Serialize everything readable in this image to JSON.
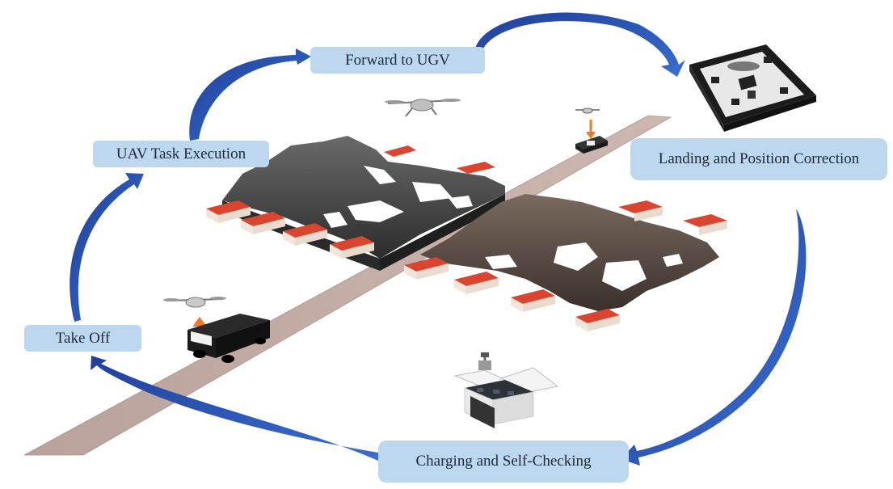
{
  "stages": {
    "forward": "Forward to UGV",
    "uav_task": "UAV Task Execution",
    "landing": "Landing and Position Correction",
    "takeoff": "Take Off",
    "charging": "Charging and Self-Checking"
  },
  "colors": {
    "label_bg": "#bcd7ee",
    "arrow": "#2f5fb8",
    "road": "#c4aea7",
    "roof": "#d9452f",
    "terrain_dark": "#3a3a3a",
    "terrain_brown": "#4b4039"
  }
}
